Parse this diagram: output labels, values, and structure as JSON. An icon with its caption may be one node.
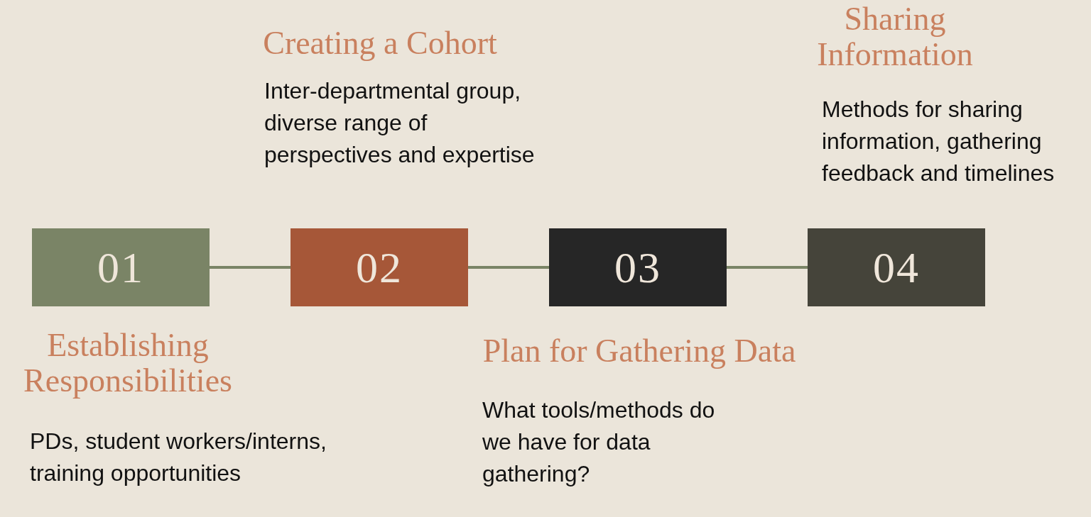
{
  "diagram": {
    "nodes": [
      {
        "text": [
          "01"
        ],
        "beside": [
          "Establishing Responsibilities",
          "PDs, student workers/interns, training opportunities"
        ]
      },
      {
        "text": [
          "02"
        ],
        "beside": [
          "Creating a Cohort",
          "Inter-departmental group, diverse range of perspectives and expertise"
        ]
      },
      {
        "text": [
          "03"
        ],
        "beside": [
          "Plan for Gathering Data",
          "What tools/methods do we have for data gathering?"
        ]
      },
      {
        "text": [
          "04"
        ],
        "beside": [
          "Sharing Information",
          "Methods for sharing information, gathering feedback and timelines"
        ]
      }
    ],
    "edges": [
      {
        "from": 0,
        "to": 1,
        "arrow": "none"
      },
      {
        "from": 1,
        "to": 2,
        "arrow": "none"
      },
      {
        "from": 2,
        "to": 3,
        "arrow": "none"
      }
    ]
  }
}
